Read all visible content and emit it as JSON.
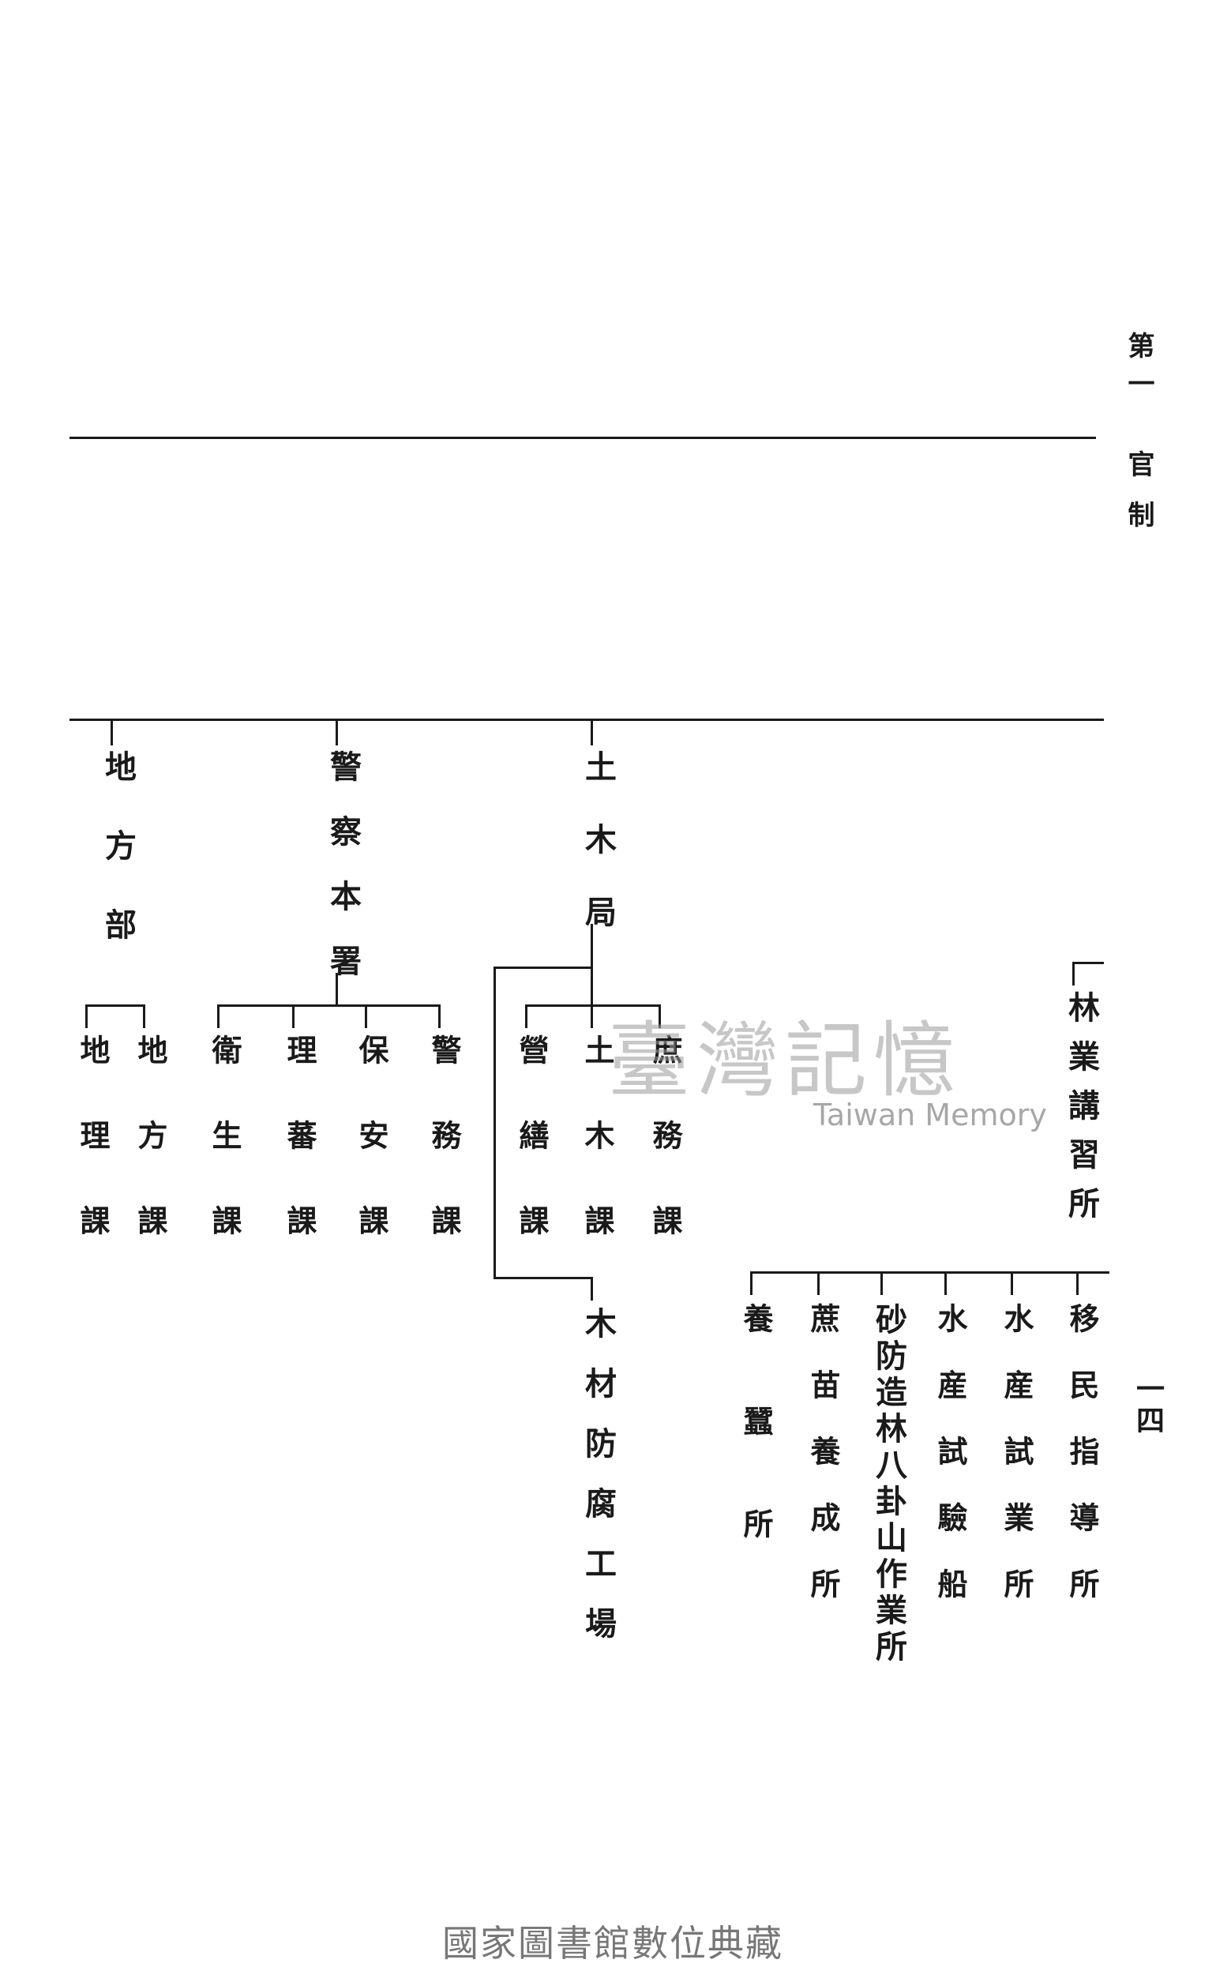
{
  "header": {
    "chapter": "第一",
    "title": "官制"
  },
  "page_number": "一四",
  "chart": {
    "top_units": [
      "地方部",
      "警察本署",
      "土木局"
    ],
    "chihou_subunits": [
      "地方課",
      "地理課"
    ],
    "keisatsu_subunits": [
      "警務課",
      "保安課",
      "理蕃課",
      "衛生課"
    ],
    "doboku_subunits": [
      "庶務課",
      "土木課",
      "營繕課"
    ],
    "doboku_annex": "木材防腐工場",
    "ringyo": "林業講習所",
    "ringyo_subunits": [
      "移民指導所",
      "水産試業所",
      "水産試驗船",
      "砂防造林八卦山作業所",
      "蔗苗養成所",
      "養蠶所"
    ]
  },
  "watermark": {
    "cn": "臺灣記憶",
    "en": "Taiwan Memory"
  },
  "footer": "國家圖書館數位典藏"
}
